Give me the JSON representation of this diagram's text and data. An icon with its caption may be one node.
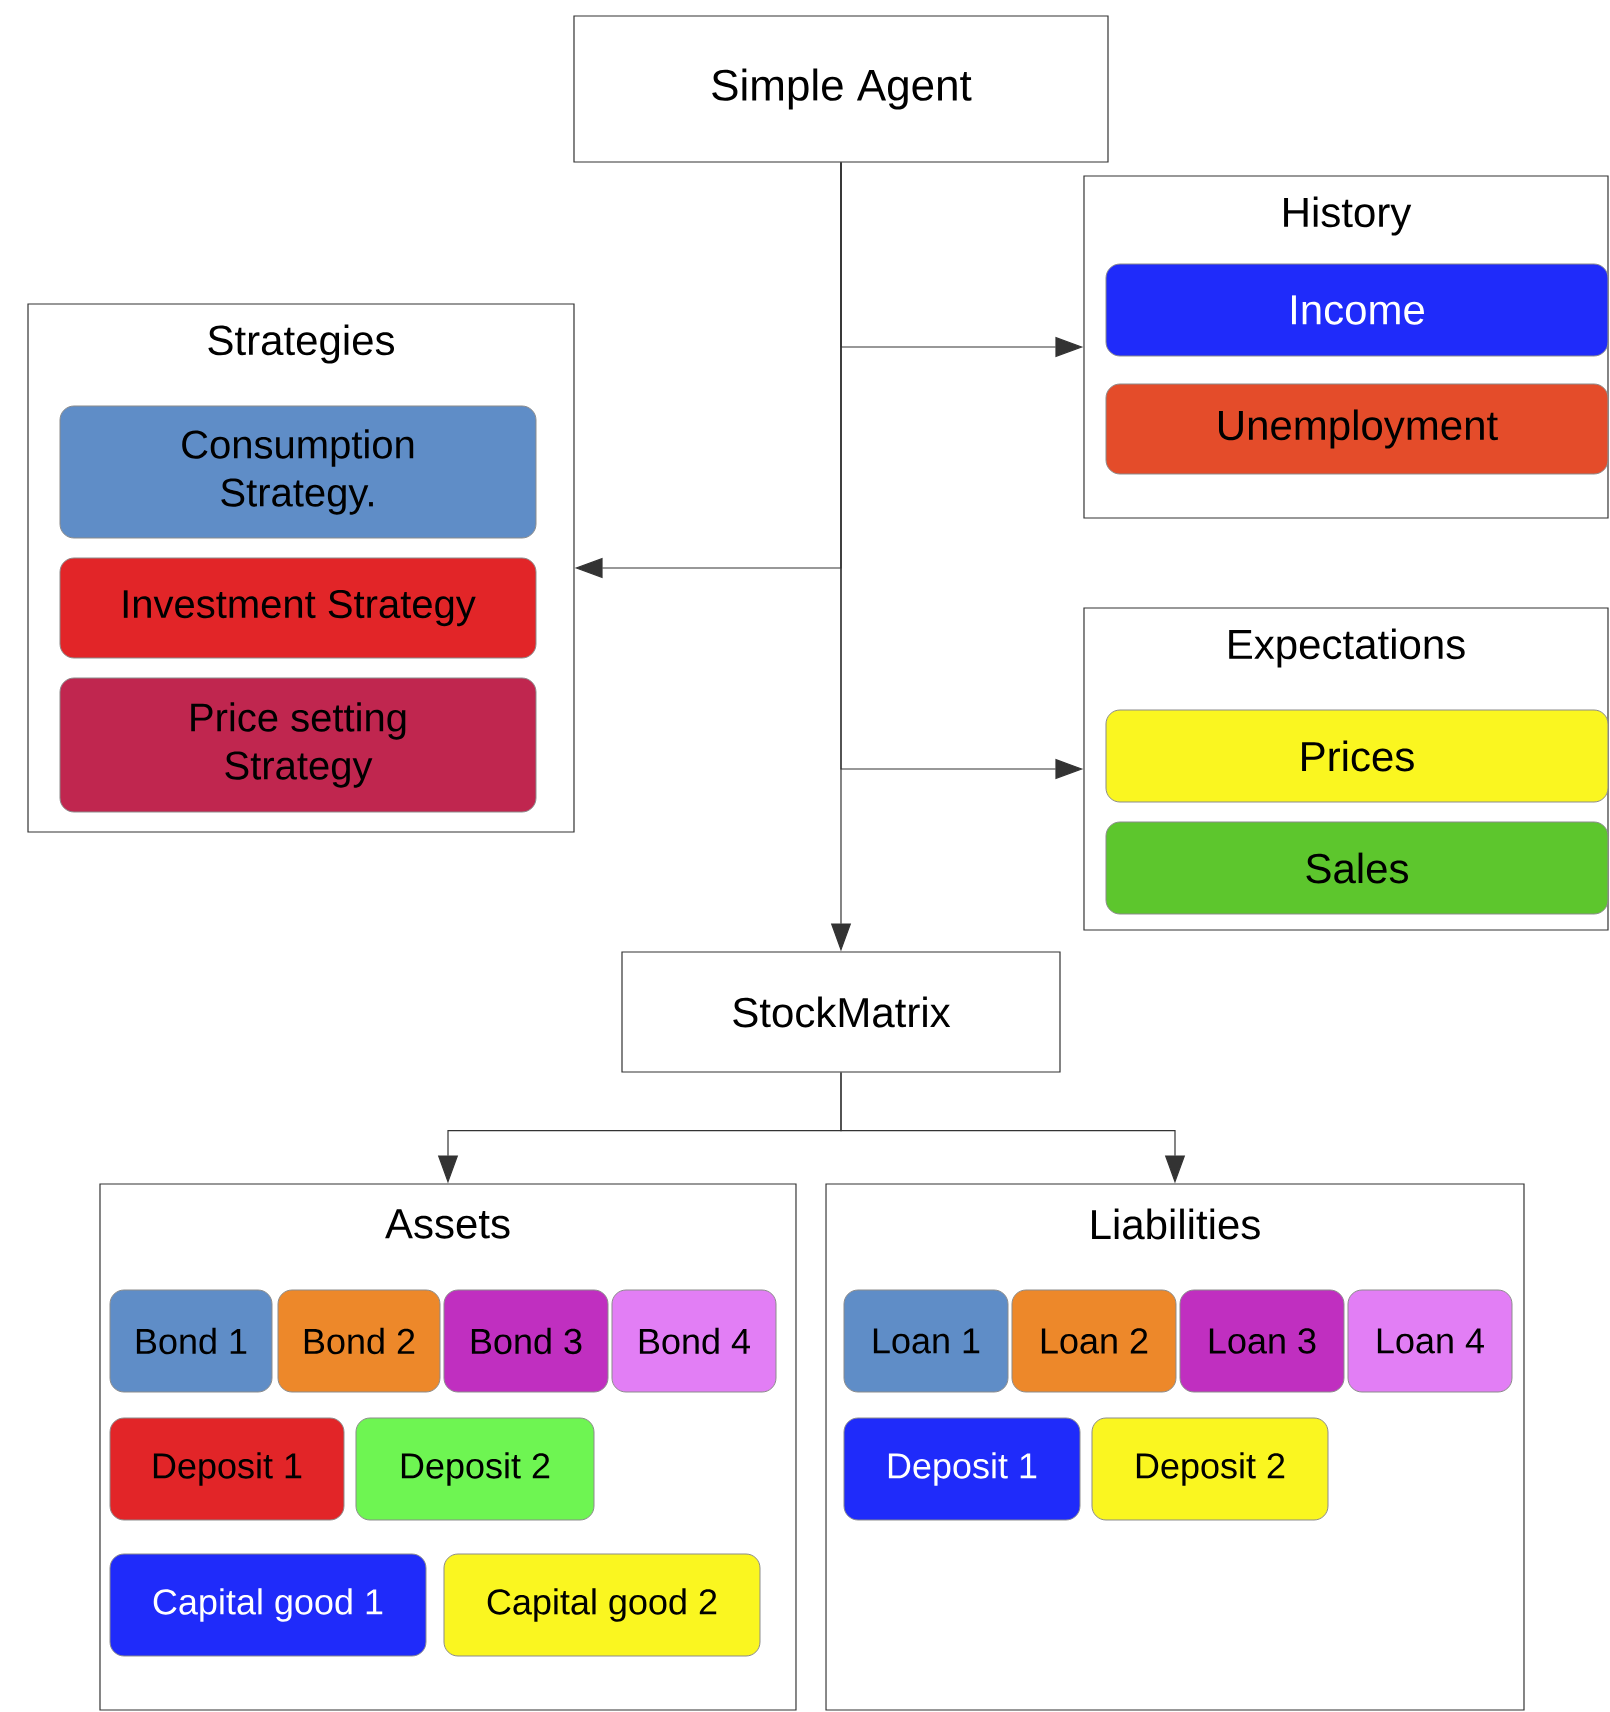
{
  "diagram": {
    "nodes": [
      {
        "text": [
          "Simple Agent"
        ]
      },
      {
        "text": [
          "History"
        ]
      },
      {
        "text": [
          "Income"
        ],
        "in": 1
      },
      {
        "text": [
          "Unemployment"
        ],
        "in": 1
      },
      {
        "text": [
          "Strategies"
        ]
      },
      {
        "text": [
          "Consumption Strategy."
        ],
        "in": 4
      },
      {
        "text": [
          "Investment Strategy"
        ],
        "in": 4
      },
      {
        "text": [
          "Price setting Strategy"
        ],
        "in": 4
      },
      {
        "text": [
          "Expectations"
        ]
      },
      {
        "text": [
          "Prices"
        ],
        "in": 8
      },
      {
        "text": [
          "Sales"
        ],
        "in": 8
      },
      {
        "text": [
          "StockMatrix"
        ]
      },
      {
        "text": [
          "Assets"
        ]
      },
      {
        "text": [
          "Bond 1"
        ],
        "in": 12
      },
      {
        "text": [
          "Bond 2"
        ],
        "in": 12
      },
      {
        "text": [
          "Bond 3"
        ],
        "in": 12
      },
      {
        "text": [
          "Bond 4"
        ],
        "in": 12
      },
      {
        "text": [
          "Deposit 1"
        ],
        "in": 12
      },
      {
        "text": [
          "Deposit 2"
        ],
        "in": 12
      },
      {
        "text": [
          "Capital good 1"
        ],
        "in": 12
      },
      {
        "text": [
          "Capital good 2"
        ],
        "in": 12
      },
      {
        "text": [
          "Liabilities"
        ]
      },
      {
        "text": [
          "Loan 1"
        ],
        "in": 21
      },
      {
        "text": [
          "Loan 2"
        ],
        "in": 21
      },
      {
        "text": [
          "Loan 3"
        ],
        "in": 21
      },
      {
        "text": [
          "Loan 4"
        ],
        "in": 21
      },
      {
        "text": [
          "Deposit 1"
        ],
        "in": 21
      },
      {
        "text": [
          "Deposit 2"
        ],
        "in": 21
      }
    ],
    "edges": [
      {
        "from": 0,
        "to": 1,
        "arrow": "to"
      },
      {
        "from": 0,
        "to": 4,
        "arrow": "to"
      },
      {
        "from": 0,
        "to": 8,
        "arrow": "to"
      },
      {
        "from": 0,
        "to": 11,
        "arrow": "to"
      },
      {
        "from": 11,
        "to": 12,
        "arrow": "to"
      },
      {
        "from": 11,
        "to": 21,
        "arrow": "to"
      }
    ]
  }
}
